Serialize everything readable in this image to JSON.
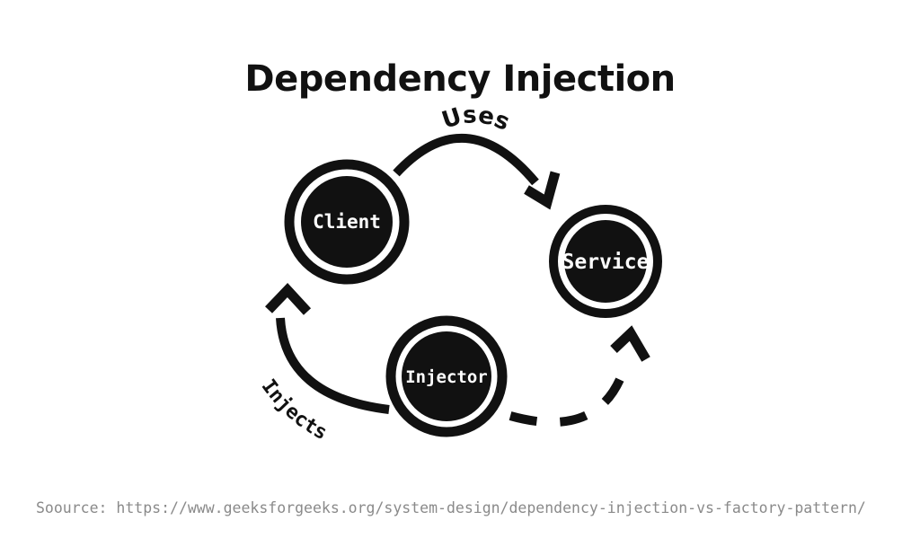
{
  "title": "Dependency Injection",
  "diagram": {
    "nodes": [
      {
        "id": "client",
        "label": "Client"
      },
      {
        "id": "service",
        "label": "Service"
      },
      {
        "id": "injector",
        "label": "Injector"
      }
    ],
    "edges": [
      {
        "from": "client",
        "to": "service",
        "label": "Uses",
        "style": "solid-arc-arrow"
      },
      {
        "from": "injector",
        "to": "client",
        "label": "Injects",
        "style": "solid-arc-arrow"
      },
      {
        "from": "injector",
        "to": "service",
        "label": "",
        "style": "dashed-arc-arrow"
      }
    ]
  },
  "colors": {
    "ink": "#111111",
    "node_fill": "#111111",
    "node_text": "#ffffff",
    "background": "#ffffff",
    "caption_gray": "#8a8a8a"
  },
  "footer": {
    "source_text": "Soource: https://www.geeksforgeeks.org/system-design/dependency-injection-vs-factory-pattern/"
  }
}
